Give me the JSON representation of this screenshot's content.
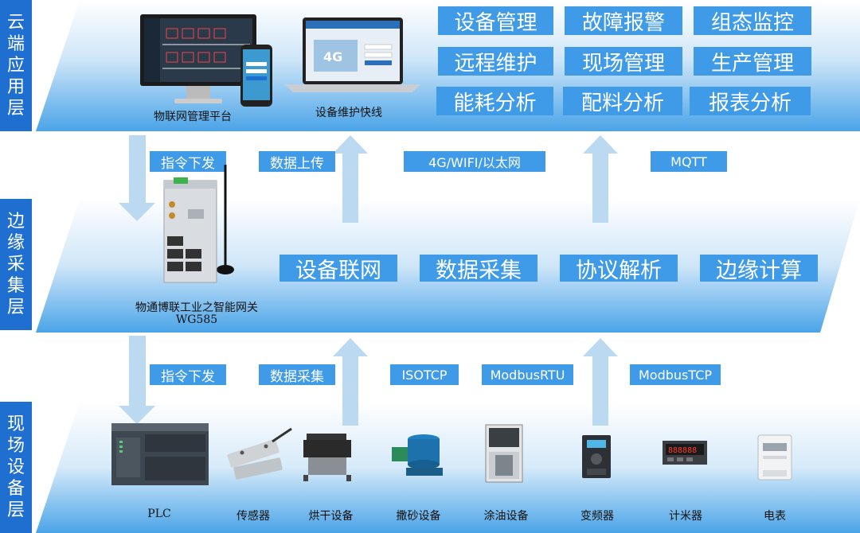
{
  "layers": {
    "cloud": "云端应用层",
    "edge": "边缘采集层",
    "field": "现场设备层"
  },
  "cloud": {
    "platform_caption": "物联网管理平台",
    "maintenance_caption": "设备维护快线",
    "functions": [
      "设备管理",
      "故障报警",
      "组态监控",
      "远程维护",
      "现场管理",
      "生产管理",
      "能耗分析",
      "配料分析",
      "报表分析"
    ]
  },
  "cloud_edge_links": {
    "down_label": "指令下发",
    "up_label": "数据上传",
    "network_label": "4G/WIFI/以太网",
    "protocol_label": "MQTT"
  },
  "edge": {
    "gateway_caption_line1": "物通博联工业之智能网关",
    "gateway_caption_line2": "WG585",
    "functions": [
      "设备联网",
      "数据采集",
      "协议解析",
      "边缘计算"
    ]
  },
  "edge_field_links": {
    "down_label": "指令下发",
    "up_label": "数据采集",
    "protocols": [
      "ISOTCP",
      "ModbusRTU",
      "ModbusTCP"
    ]
  },
  "field": {
    "devices": [
      "PLC",
      "传感器",
      "烘干设备",
      "撒砂设备",
      "涂油设备",
      "变频器",
      "计米器",
      "电表"
    ]
  },
  "colors": {
    "label_bg": "#1f6fd1",
    "box_bg": "#3f9be8",
    "plane_top": "#5aaeea",
    "plane_bottom": "#ffffff",
    "arrow": "#bcd9f2"
  }
}
